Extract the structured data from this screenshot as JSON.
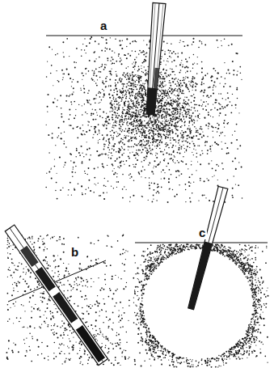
{
  "diagram": {
    "labels": [
      "a",
      "b",
      "c"
    ]
  }
}
